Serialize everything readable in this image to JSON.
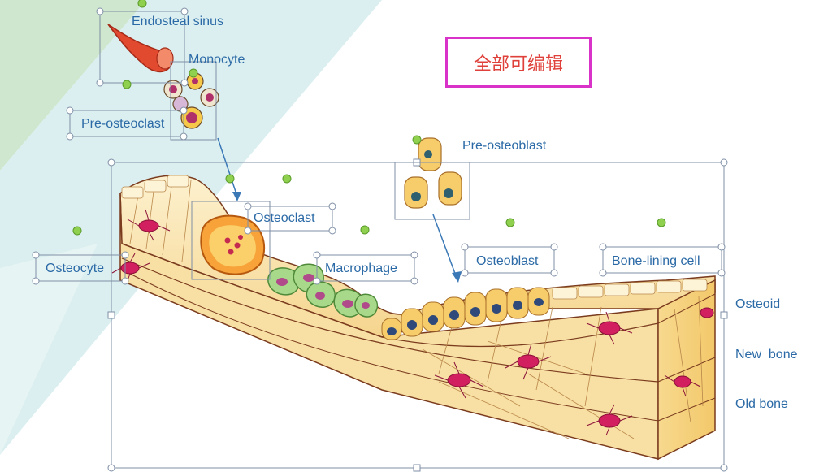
{
  "banner": {
    "text": "全部可编辑"
  },
  "labels": {
    "endosteal_sinus": "Endosteal sinus",
    "monocyte": "Monocyte",
    "pre_osteoclast": "Pre-osteoclast",
    "osteoclast": "Osteoclast",
    "osteocyte": "Osteocyte",
    "macrophage": "Macrophage",
    "pre_osteoblast": "Pre-osteoblast",
    "osteoblast": "Osteoblast",
    "bone_lining_cell": "Bone-lining cell",
    "osteoid": "Osteoid",
    "new_bone": "New  bone",
    "old_bone": "Old bone"
  },
  "colors": {
    "label_text": "#2b6aa6",
    "banner_border": "#d832c8",
    "banner_text": "#e0403a",
    "bone_light": "#fbe9bf",
    "bone_mid": "#f6d48c",
    "bone_edge": "#7a3b1e",
    "osteocyte_cell": "#d21f5f",
    "osteoblast_cell": "#f7cc6b",
    "nucleus": "#2f4a7a",
    "macrophage_cell": "#a8d98a",
    "osteoclast_cell": "#f7a33a",
    "sinus": "#e24a30",
    "handle_green": "#8fd14f",
    "bg_teal": "#d6eeee",
    "bg_green": "#cfe6cf"
  }
}
